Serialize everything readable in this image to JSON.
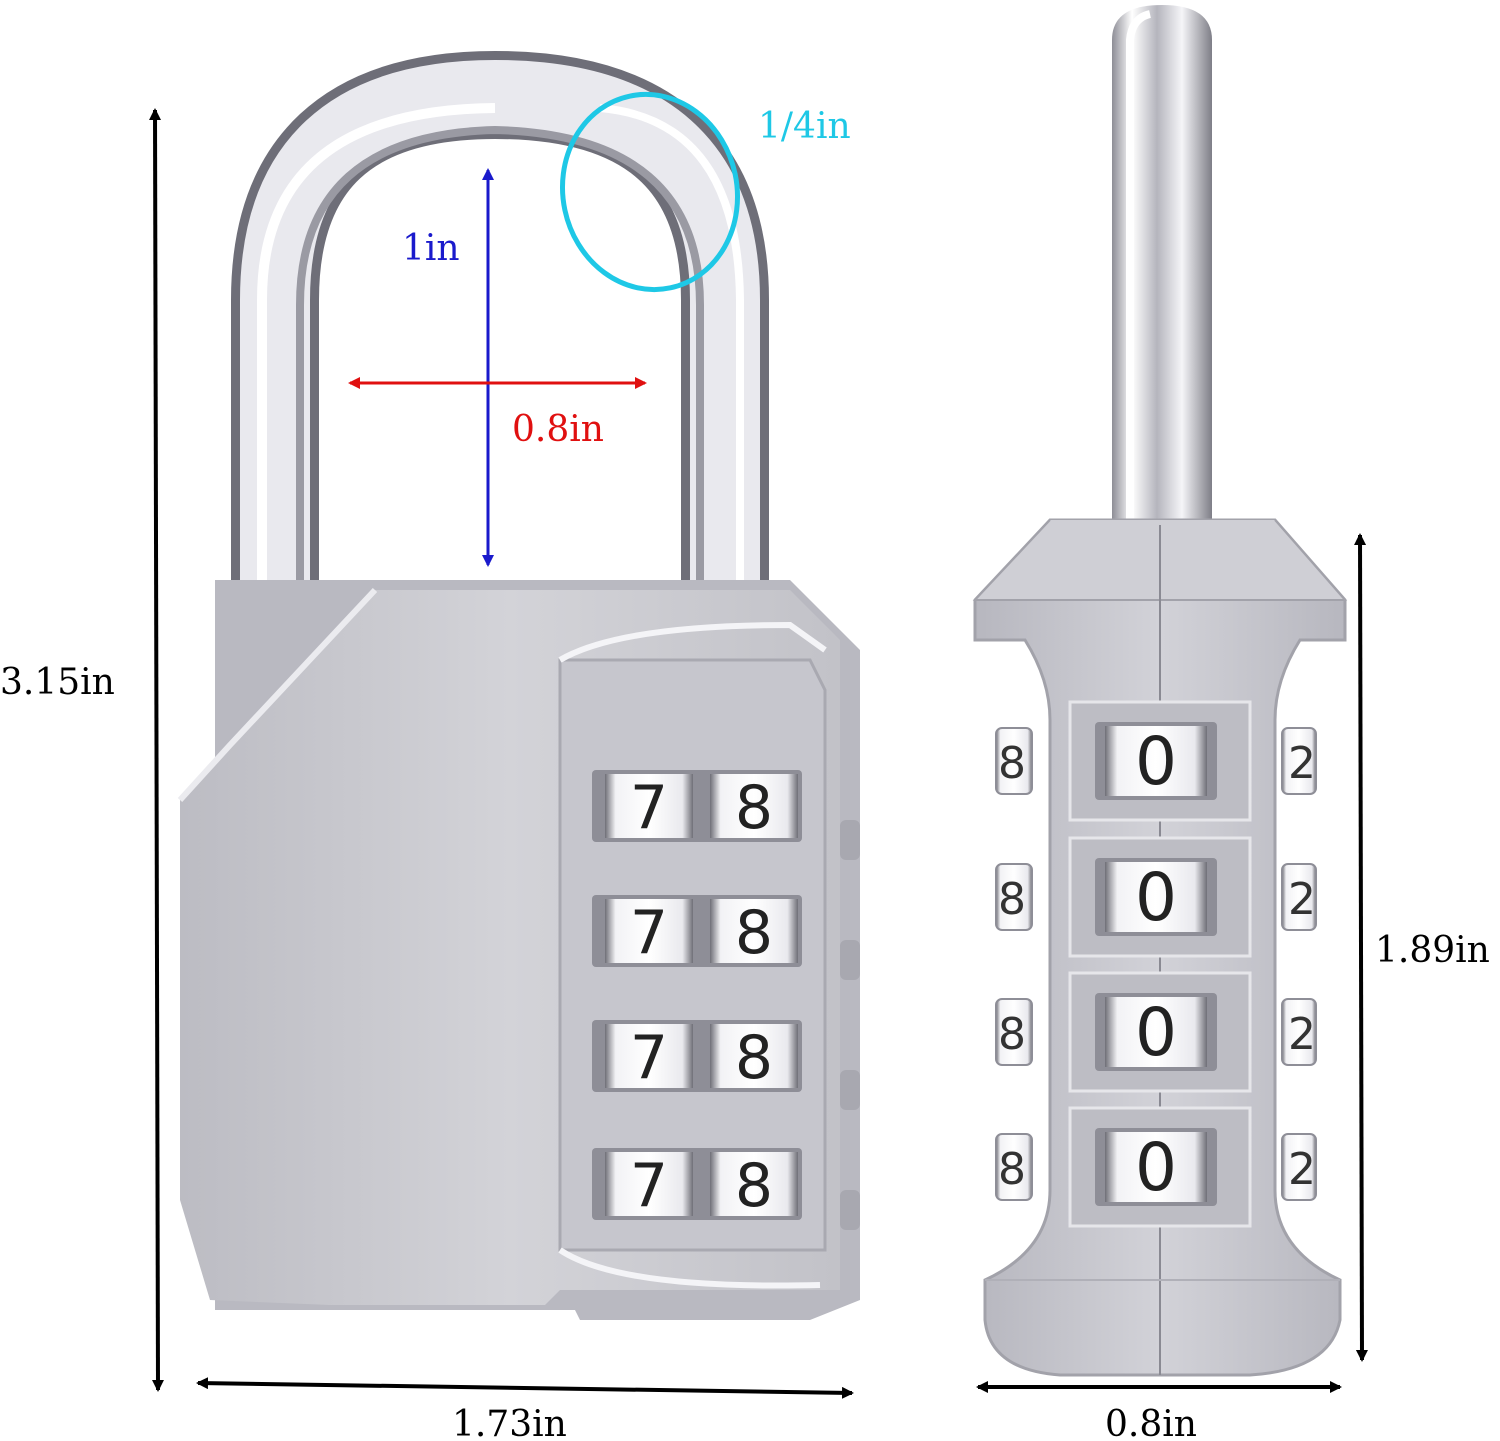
{
  "colors": {
    "background": "#ffffff",
    "outer_dimension": "#000000",
    "shackle_height": "#1a1acc",
    "shackle_width": "#e01010",
    "shackle_diameter": "#1ec8e6",
    "lock_body": "#c9c9cf",
    "lock_body_dark": "#9c9ca4",
    "chrome": "#e8e8ec"
  },
  "dimensions": {
    "overall_height": "3.15in",
    "shackle_inner_height": "1in",
    "shackle_inner_width": "0.8in",
    "shackle_diameter": "1/4in",
    "body_width": "1.73in",
    "body_height": "1.89in",
    "body_thickness": "0.8in"
  },
  "front_view": {
    "dials": [
      {
        "left": "7",
        "right": "8"
      },
      {
        "left": "7",
        "right": "8"
      },
      {
        "left": "7",
        "right": "8"
      },
      {
        "left": "7",
        "right": "8"
      }
    ]
  },
  "side_view": {
    "dials": [
      {
        "left": "8",
        "center": "0",
        "right": "2"
      },
      {
        "left": "8",
        "center": "0",
        "right": "2"
      },
      {
        "left": "8",
        "center": "0",
        "right": "2"
      },
      {
        "left": "8",
        "center": "0",
        "right": "2"
      }
    ]
  }
}
